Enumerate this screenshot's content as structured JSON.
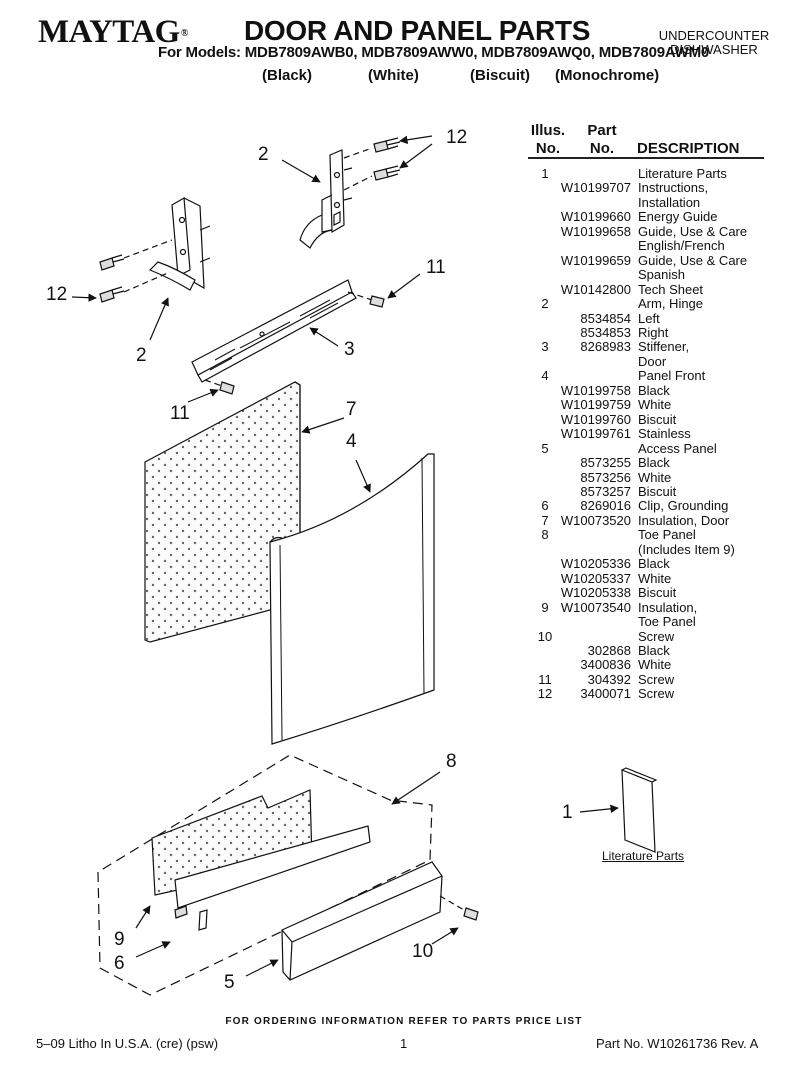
{
  "header": {
    "brand": "MAYTAG",
    "brand_mark": "®",
    "title": "DOOR AND PANEL PARTS",
    "models_line": "For Models: MDB7809AWB0, MDB7809AWW0, MDB7809AWQ0, MDB7809AWM0",
    "colors": [
      "(Black)",
      "(White)",
      "(Biscuit)",
      "(Monochrome)"
    ],
    "category_line1": "UNDERCOUNTER",
    "category_line2": "DISHWASHER"
  },
  "table": {
    "head": {
      "illus_line1": "Illus.",
      "illus_line2": "No.",
      "part_line1": "Part",
      "part_line2": "No.",
      "description": "DESCRIPTION"
    },
    "rows": [
      {
        "illus": "1",
        "part": "",
        "desc": "Literature Parts"
      },
      {
        "illus": "",
        "part": "W10199707",
        "desc": "Instructions,"
      },
      {
        "illus": "",
        "part": "",
        "desc": "Installation"
      },
      {
        "illus": "",
        "part": "W10199660",
        "desc": "Energy Guide"
      },
      {
        "illus": "",
        "part": "W10199658",
        "desc": "Guide, Use & Care"
      },
      {
        "illus": "",
        "part": "",
        "desc": "English/French"
      },
      {
        "illus": "",
        "part": "W10199659",
        "desc": "Guide, Use & Care"
      },
      {
        "illus": "",
        "part": "",
        "desc": "Spanish"
      },
      {
        "illus": "",
        "part": "W10142800",
        "desc": "Tech Sheet"
      },
      {
        "illus": "2",
        "part": "",
        "desc": "Arm, Hinge"
      },
      {
        "illus": "",
        "part": "8534854",
        "desc": "Left"
      },
      {
        "illus": "",
        "part": "8534853",
        "desc": "Right"
      },
      {
        "illus": "3",
        "part": "8268983",
        "desc": "Stiffener,"
      },
      {
        "illus": "",
        "part": "",
        "desc": "Door"
      },
      {
        "illus": "4",
        "part": "",
        "desc": "Panel Front"
      },
      {
        "illus": "",
        "part": "W10199758",
        "desc": "Black"
      },
      {
        "illus": "",
        "part": "W10199759",
        "desc": "White"
      },
      {
        "illus": "",
        "part": "W10199760",
        "desc": "Biscuit"
      },
      {
        "illus": "",
        "part": "W10199761",
        "desc": "Stainless"
      },
      {
        "illus": "5",
        "part": "",
        "desc": "Access Panel"
      },
      {
        "illus": "",
        "part": "8573255",
        "desc": "Black"
      },
      {
        "illus": "",
        "part": "8573256",
        "desc": "White"
      },
      {
        "illus": "",
        "part": "8573257",
        "desc": "Biscuit"
      },
      {
        "illus": "6",
        "part": "8269016",
        "desc": "Clip, Grounding"
      },
      {
        "illus": "7",
        "part": "W10073520",
        "desc": "Insulation, Door"
      },
      {
        "illus": "8",
        "part": "",
        "desc": "Toe Panel"
      },
      {
        "illus": "",
        "part": "",
        "desc": "(Includes Item 9)"
      },
      {
        "illus": "",
        "part": "W10205336",
        "desc": "Black"
      },
      {
        "illus": "",
        "part": "W10205337",
        "desc": "White"
      },
      {
        "illus": "",
        "part": "W10205338",
        "desc": "Biscuit"
      },
      {
        "illus": "9",
        "part": "W10073540",
        "desc": "Insulation,"
      },
      {
        "illus": "",
        "part": "",
        "desc": "Toe Panel"
      },
      {
        "illus": "10",
        "part": "",
        "desc": "Screw"
      },
      {
        "illus": "",
        "part": "302868",
        "desc": "Black"
      },
      {
        "illus": "",
        "part": "3400836",
        "desc": "White"
      },
      {
        "illus": "11",
        "part": "304392",
        "desc": "Screw"
      },
      {
        "illus": "12",
        "part": "3400071",
        "desc": "Screw"
      }
    ]
  },
  "diagram": {
    "callouts": [
      "2",
      "12",
      "12",
      "2",
      "11",
      "3",
      "11",
      "7",
      "4",
      "8",
      "1",
      "9",
      "6",
      "10",
      "5"
    ],
    "literature_label": "Literature Parts"
  },
  "footer": {
    "ordering_note": "FOR ORDERING INFORMATION REFER TO PARTS PRICE LIST",
    "litho": "5–09 Litho In U.S.A. (cre) (psw)",
    "page": "1",
    "part_no": "Part No. W10261736 Rev. A"
  }
}
